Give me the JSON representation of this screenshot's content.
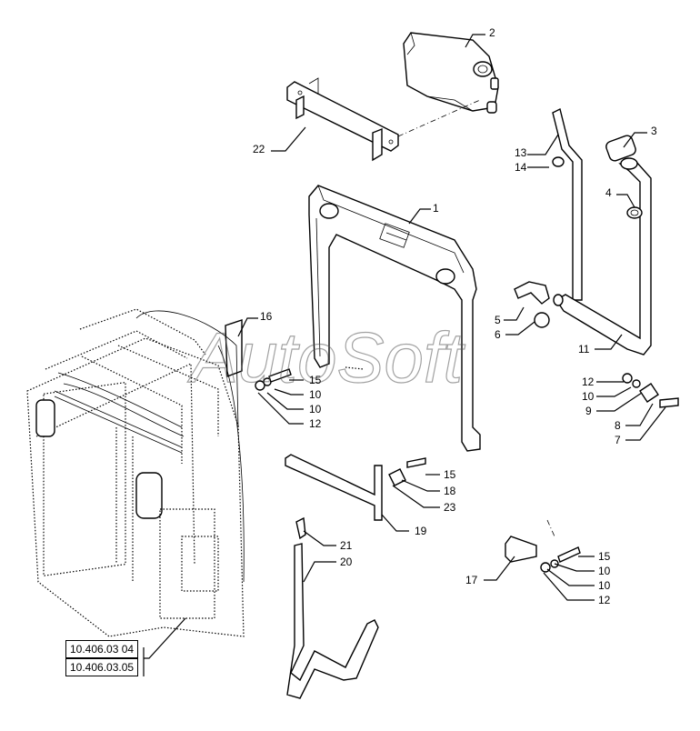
{
  "watermark": "AutoSoft",
  "references": [
    "10.406.03 04",
    "10.406.03.05"
  ],
  "callouts": [
    {
      "id": "c2",
      "label": "2"
    },
    {
      "id": "c22",
      "label": "22"
    },
    {
      "id": "c3",
      "label": "3"
    },
    {
      "id": "c13",
      "label": "13"
    },
    {
      "id": "c14",
      "label": "14"
    },
    {
      "id": "c4",
      "label": "4"
    },
    {
      "id": "c1",
      "label": "1"
    },
    {
      "id": "c16",
      "label": "16"
    },
    {
      "id": "c5",
      "label": "5"
    },
    {
      "id": "c6",
      "label": "6"
    },
    {
      "id": "c11",
      "label": "11"
    },
    {
      "id": "c15a",
      "label": "15"
    },
    {
      "id": "c10a",
      "label": "10"
    },
    {
      "id": "c10b",
      "label": "10"
    },
    {
      "id": "c12a",
      "label": "12"
    },
    {
      "id": "c12b",
      "label": "12"
    },
    {
      "id": "c10c",
      "label": "10"
    },
    {
      "id": "c9",
      "label": "9"
    },
    {
      "id": "c8",
      "label": "8"
    },
    {
      "id": "c7",
      "label": "7"
    },
    {
      "id": "c15b",
      "label": "15"
    },
    {
      "id": "c18",
      "label": "18"
    },
    {
      "id": "c23",
      "label": "23"
    },
    {
      "id": "c19",
      "label": "19"
    },
    {
      "id": "c21",
      "label": "21"
    },
    {
      "id": "c20",
      "label": "20"
    },
    {
      "id": "c15c",
      "label": "15"
    },
    {
      "id": "c17",
      "label": "17"
    },
    {
      "id": "c10d",
      "label": "10"
    },
    {
      "id": "c10e",
      "label": "10"
    },
    {
      "id": "c12c",
      "label": "12"
    }
  ]
}
